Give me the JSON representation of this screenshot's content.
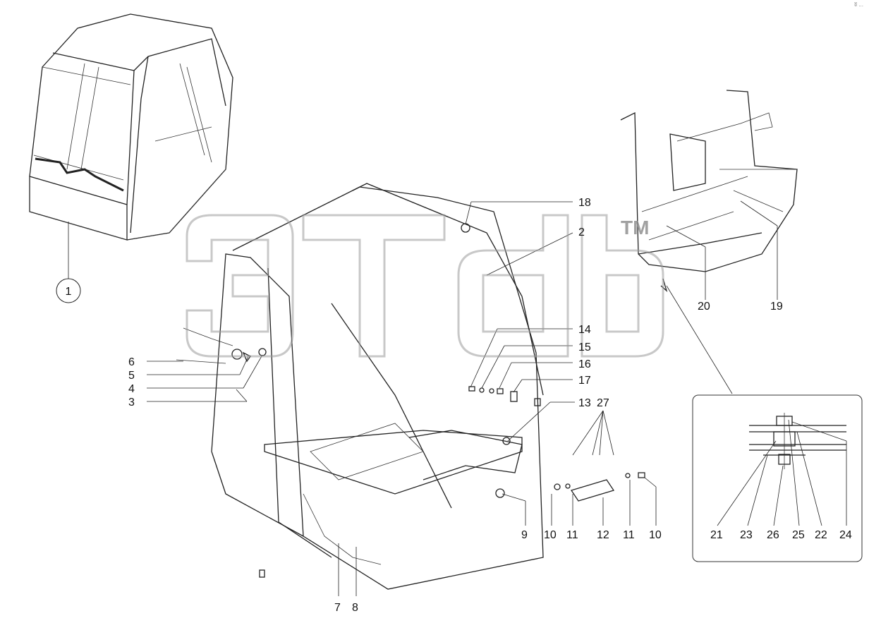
{
  "corner_mark": "ʬ ...",
  "watermark": {
    "trademark": "TM"
  },
  "callouts": [
    "1",
    "2",
    "3",
    "4",
    "5",
    "6",
    "7",
    "8",
    "9",
    "10",
    "11",
    "12",
    "10",
    "11",
    "13",
    "27",
    "14",
    "15",
    "16",
    "17",
    "18",
    "19",
    "20",
    "21",
    "23",
    "26",
    "25",
    "22",
    "24"
  ]
}
